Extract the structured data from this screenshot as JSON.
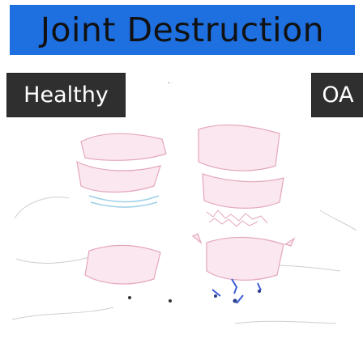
{
  "title": "Joint Destruction",
  "labels": {
    "left": "Healthy",
    "right": "OA"
  },
  "colors": {
    "banner": "#1e6fe0",
    "label_bg": "#2f2f2f",
    "label_text": "#ffffff",
    "bone_fill": "#fbe7ef",
    "bone_outline": "#e4a7bd",
    "cartilage": "#9ed0e8",
    "lesion": "#3b5bd6",
    "skin": "#c9c9c9"
  }
}
